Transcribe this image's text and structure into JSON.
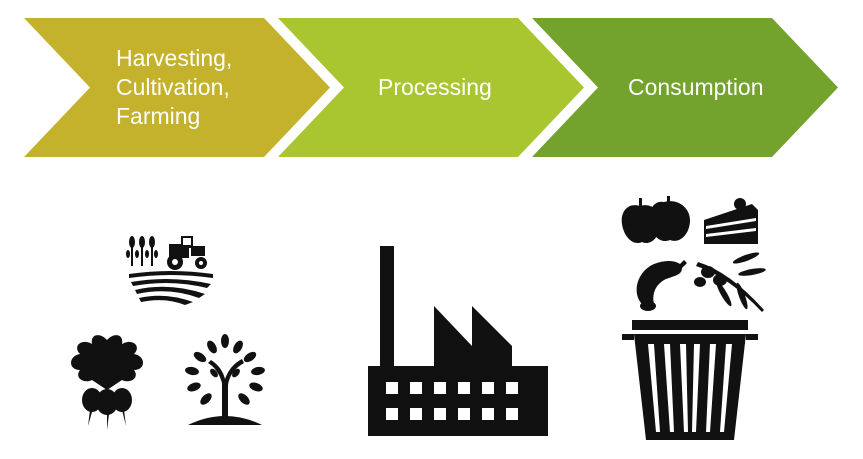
{
  "stages": [
    {
      "lines": [
        "Harvesting,",
        "Cultivation,",
        "Farming"
      ],
      "color": "#c4b22c"
    },
    {
      "lines": [
        "Processing"
      ],
      "color": "#a9c630"
    },
    {
      "lines": [
        "Consumption"
      ],
      "color": "#73a22d"
    }
  ],
  "icons": {
    "stage1": [
      "field-tractor-icon",
      "beet-plant-icon",
      "tree-sapling-icon"
    ],
    "stage2": [
      "factory-icon"
    ],
    "stage3": [
      "apples-icon",
      "cake-slice-icon",
      "sausage-icon",
      "olive-branch-icon",
      "trash-bin-icon"
    ]
  }
}
